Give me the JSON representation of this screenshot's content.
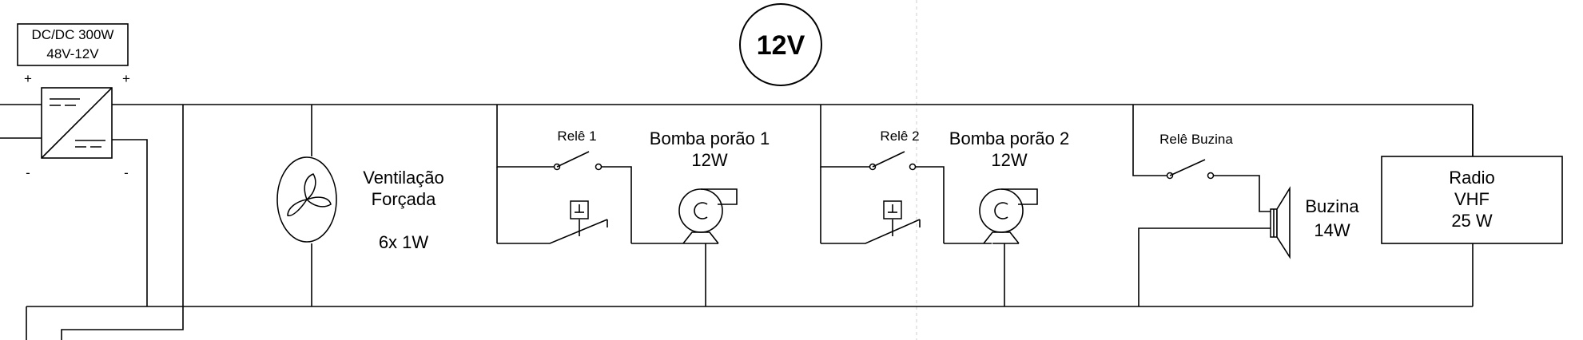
{
  "badge": "12V",
  "converter": {
    "line1": "DC/DC 300W",
    "line2": "48V-12V",
    "plus_left": "+",
    "plus_right": "+",
    "minus_left": "-",
    "minus_right": "-"
  },
  "ventilation": {
    "line1": "Ventilação",
    "line2": "Forçada",
    "line3": "6x 1W"
  },
  "relay1": {
    "label": "Relê 1"
  },
  "pump1": {
    "line1": "Bomba porão 1",
    "line2": "12W"
  },
  "relay2": {
    "label": "Relê 2"
  },
  "pump2": {
    "line1": "Bomba porão 2",
    "line2": "12W"
  },
  "relay_horn": {
    "label": "Relê Buzina"
  },
  "horn": {
    "line1": "Buzina",
    "line2": "14W"
  },
  "radio": {
    "line1": "Radio",
    "line2": "VHF",
    "line3": "25 W"
  }
}
